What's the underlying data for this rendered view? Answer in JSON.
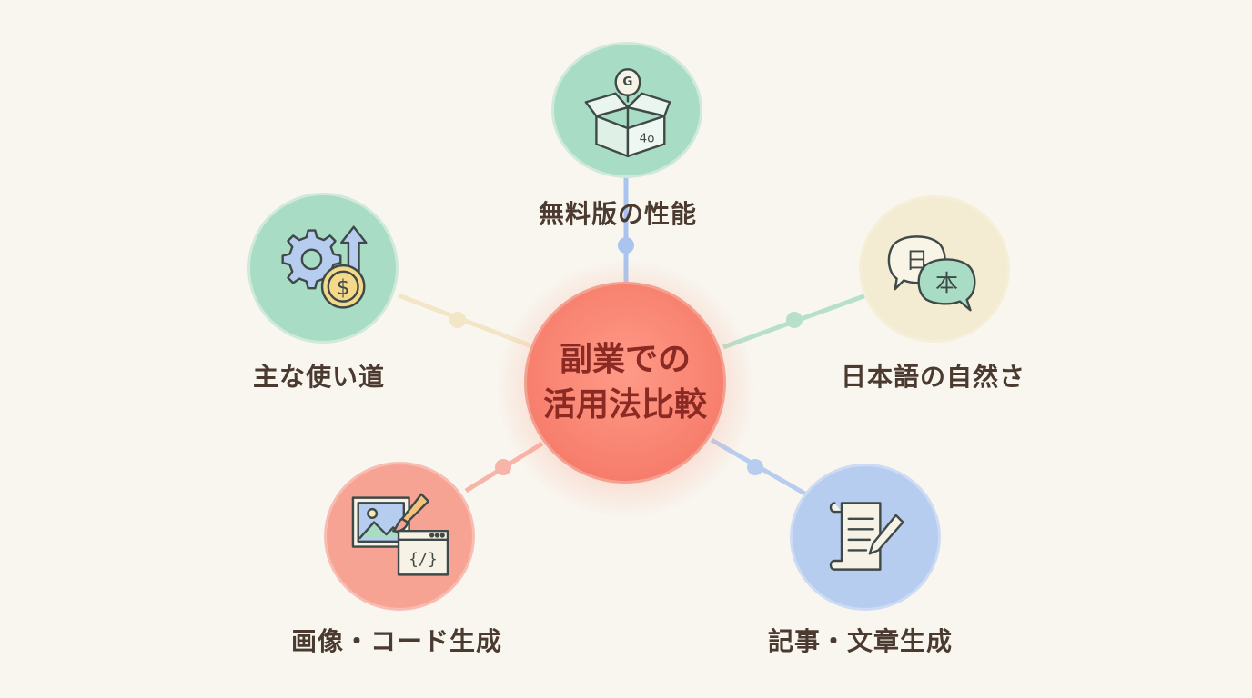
{
  "center": {
    "line1": "副業での",
    "line2": "活用法比較"
  },
  "nodes": [
    {
      "id": "performance",
      "label": "無料版の性能",
      "icon": "open-box-icon",
      "icon_text_top": "G",
      "icon_text_box": "4o",
      "color": "#a8dcc4"
    },
    {
      "id": "japanese",
      "label": "日本語の自然さ",
      "icon": "speech-bubbles-icon",
      "icon_text_a": "日",
      "icon_text_b": "本",
      "color": "#f3ecd2"
    },
    {
      "id": "article",
      "label": "記事・文章生成",
      "icon": "scroll-pen-icon",
      "color": "#b7cdf0"
    },
    {
      "id": "image-code",
      "label": "画像・コード生成",
      "icon": "image-code-icon",
      "icon_text_code": "{/}",
      "color": "#f7a394"
    },
    {
      "id": "usage",
      "label": "主な使い道",
      "icon": "gear-dollar-icon",
      "icon_text_dollar": "$",
      "color": "#a8dcc4"
    }
  ],
  "colors": {
    "background": "#f8f6ef",
    "label_text": "#4a3a30",
    "center_text": "#8a2a22",
    "center_fill": "#f77e6c"
  }
}
